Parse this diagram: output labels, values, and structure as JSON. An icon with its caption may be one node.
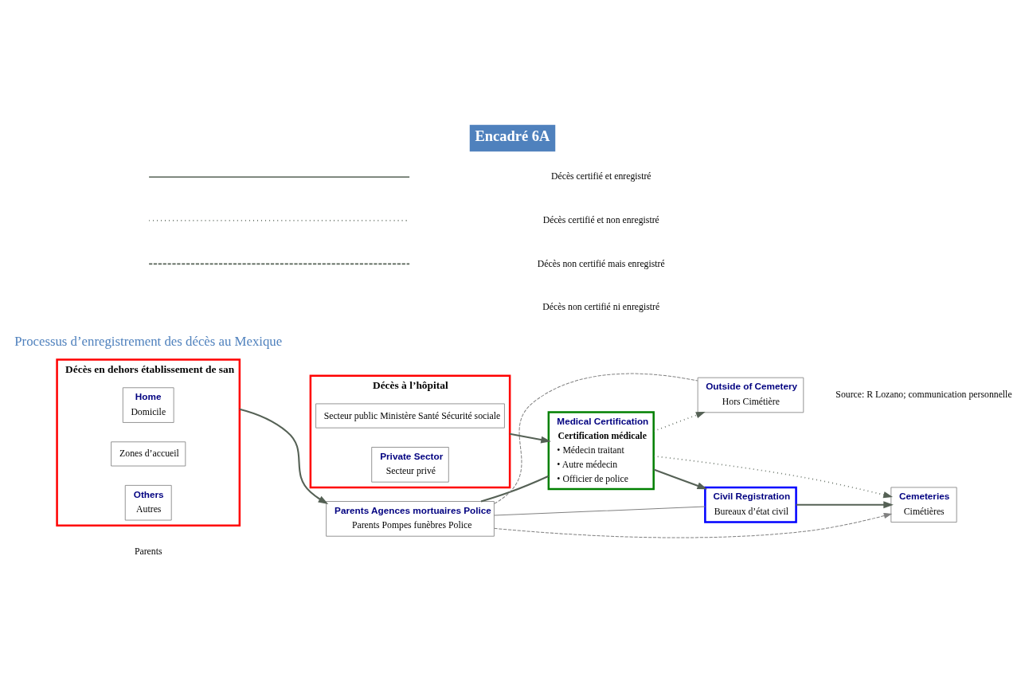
{
  "diagram": {
    "title": "Encadré 6A",
    "caption": "Source: R Lozano; communication personnelle",
    "nodes": [
      {
        "text": [
          "Décès à l’hôpital"
        ]
      },
      {
        "text": [
          "Secteur public Ministère Santé Sécurité sociale"
        ],
        "in": 0
      },
      {
        "text": [
          "Private Sector",
          "Secteur privé"
        ],
        "in": 0
      },
      {
        "text": [
          "Décès en dehors établissement de san"
        ]
      },
      {
        "text": [
          "Home",
          "Domicile"
        ],
        "in": 3
      },
      {
        "text": [
          "Zones d’accueil"
        ],
        "in": 3
      },
      {
        "text": [
          "Others",
          "Autres"
        ],
        "in": 3
      },
      {
        "text": [
          "Medical Certification",
          "Certification médicale",
          "• Médecin traitant",
          "• Autre médecin",
          "• Officier de police"
        ]
      },
      {
        "text": [
          "Parents Agences mortuaires Police",
          "Parents Pompes funèbres Police"
        ]
      },
      {
        "text": [
          "Civil Registration",
          "Bureaux d’état civil"
        ]
      },
      {
        "text": [
          "Cemeteries",
          "Cimétières"
        ]
      },
      {
        "text": [
          "Outside of Cemetery",
          "Hors Cimétière"
        ]
      }
    ],
    "edges": [
      {
        "from": 0,
        "to": 7,
        "arrow": "to"
      },
      {
        "from": 3,
        "to": 8,
        "arrow": "to"
      },
      {
        "from": 8,
        "to": 7,
        "arrow": "none"
      },
      {
        "from": 7,
        "to": 9,
        "arrow": "to"
      },
      {
        "from": 9,
        "to": 10,
        "arrow": "to"
      },
      {
        "from": 7,
        "to": 10,
        "arrow": "to",
        "style": "dashed"
      },
      {
        "from": 7,
        "to": 11,
        "arrow": "to",
        "style": "dashed"
      },
      {
        "from": 8,
        "to": 9,
        "arrow": "none",
        "color": "#808080"
      },
      {
        "from": 8,
        "to": 10,
        "arrow": "to",
        "style": "dashed",
        "color": "#808080"
      },
      {
        "from": 8,
        "to": 11,
        "arrow": "none",
        "style": "dashed",
        "color": "#808080"
      }
    ],
    "labels": [
      "Processus d’enregistrement des décès au Mexique",
      "Parents"
    ],
    "legend": [
      {
        "text": "Décès certifié et enregistré"
      },
      {
        "text": "Décès certifié et non enregistré"
      },
      {
        "text": "Décès non certifié mais enregistré"
      },
      {
        "text": "Décès non certifié ni enregistré"
      }
    ]
  }
}
